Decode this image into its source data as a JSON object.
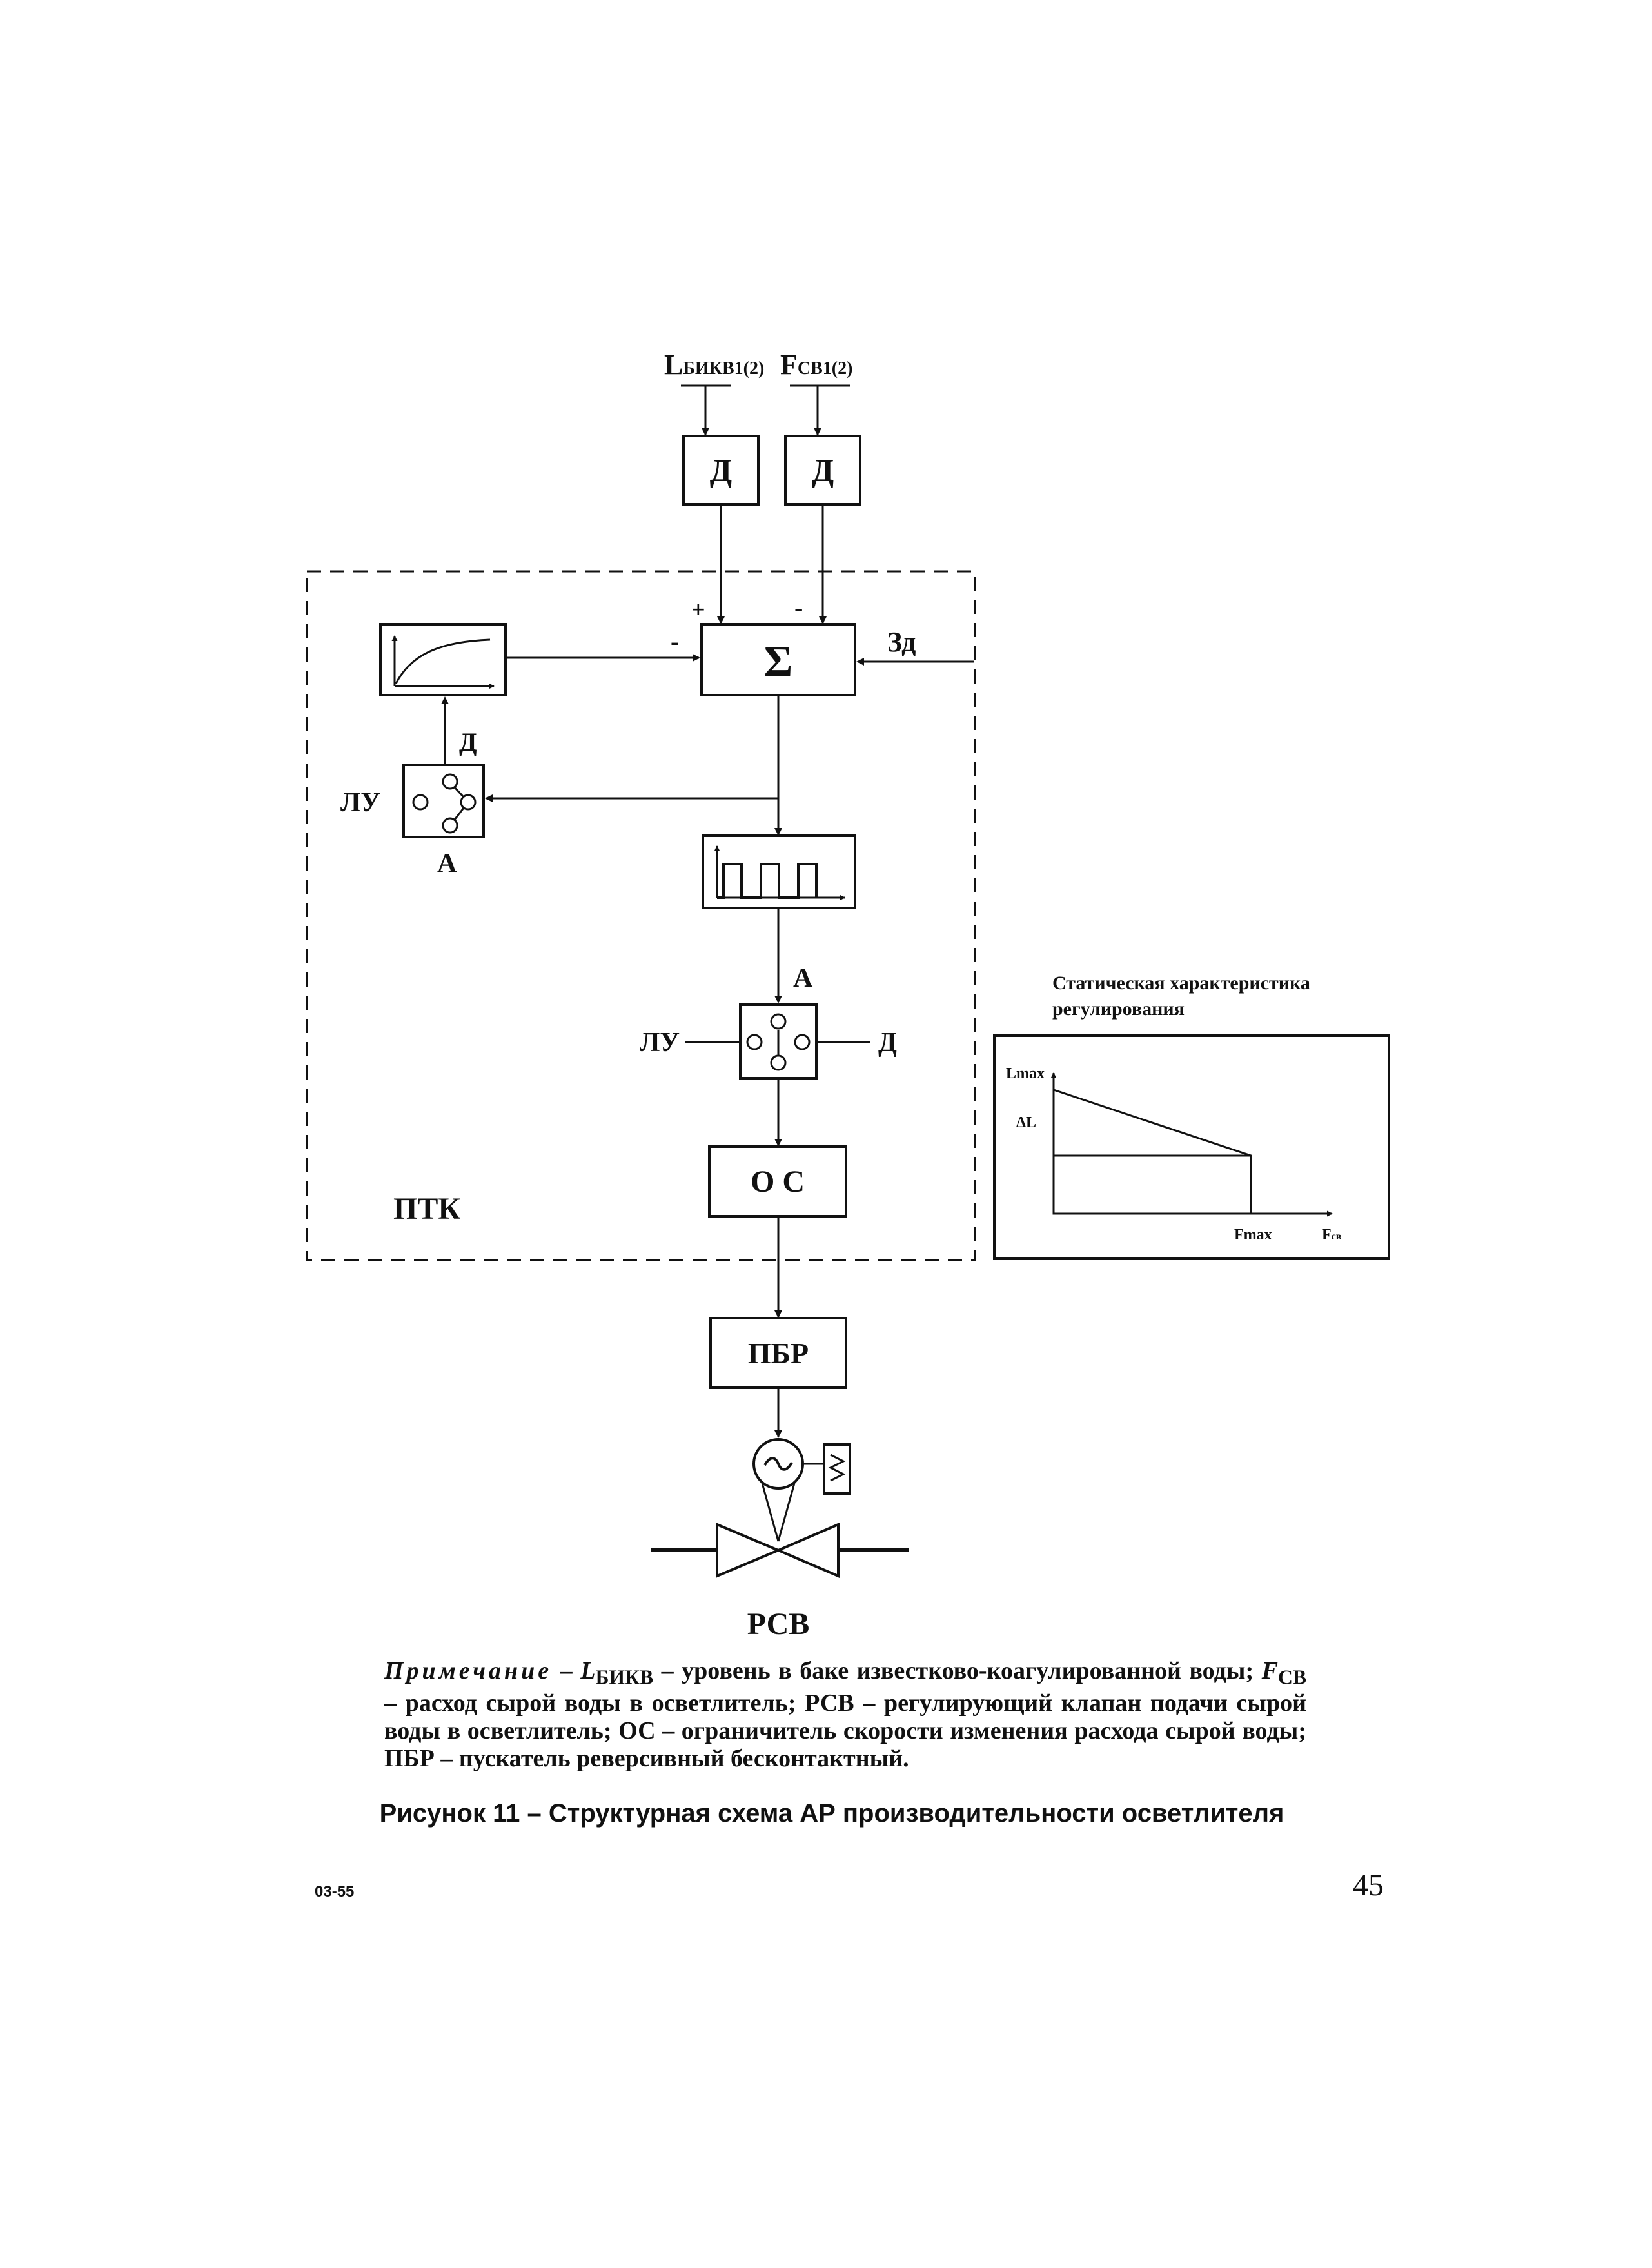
{
  "inputs": {
    "level_base": "L",
    "level_sub": "БИКВ1(2)",
    "flow_base": "F",
    "flow_sub": "СВ1(2)"
  },
  "blocks": {
    "sensor_1": "Д",
    "sensor_2": "Д",
    "summator": "Σ",
    "setpoint": "Зд",
    "limiter": "О С",
    "starter": "ПБР",
    "valve": "РСВ",
    "ptk": "ПТК"
  },
  "signs": {
    "plus": "+",
    "minus_flow": "-",
    "minus_feedback": "-"
  },
  "switch_upper": {
    "left": "ЛУ",
    "right": "Д",
    "bottom": "А"
  },
  "switch_lower": {
    "left": "ЛУ",
    "right": "Д",
    "top": "А"
  },
  "static_chart": {
    "title_line1": "Статическая характеристика",
    "title_line2": "регулирования",
    "y_label": "Lmax",
    "delta_label": "ΔL",
    "xmax_label": "Fmax",
    "x_label_base": "F",
    "x_label_sub": "св"
  },
  "note": {
    "lead": "Примечание",
    "dash1": " – ",
    "sym1_base": "L",
    "sym1_sub": "БИКВ",
    "part1": " – уровень в баке известково-коагулированной воды; ",
    "sym2_base": "F",
    "sym2_sub": "СВ",
    "part2": " – расход сырой воды в осветлитель; РСВ – регулирующий клапан подачи сырой воды в осветлитель; ОС – ограничитель скорости изменения расхода сырой воды; ПБР – пускатель реверсивный бесконтактный."
  },
  "caption": "Рисунок 11 – Структурная схема АР производительности осветлителя",
  "doc_code": "03-55",
  "page_number": "45"
}
